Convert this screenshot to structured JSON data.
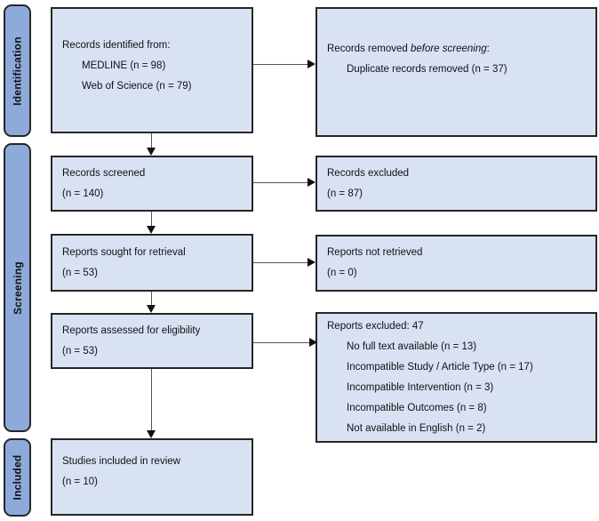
{
  "colors": {
    "box_fill": "#d9e2f3",
    "box_border": "#262626",
    "ribbon_fill": "#8eaadb",
    "ribbon_border": "#262626",
    "line_color": "#555555",
    "arrowhead_color": "#111111",
    "text_color": "#111111",
    "bg": "#ffffff"
  },
  "sidebar": {
    "stages": [
      {
        "label": "Identification"
      },
      {
        "label": "Screening"
      },
      {
        "label": "Included"
      }
    ]
  },
  "flow": {
    "identified": {
      "heading": "Records identified from:",
      "items": [
        "MEDLINE (n = 98)",
        "Web of Science (n = 79)"
      ]
    },
    "removed": {
      "prefix": "Records removed ",
      "emphasis": "before screening",
      "suffix": ":",
      "items": [
        "Duplicate records removed (n = 37)"
      ]
    },
    "screened": {
      "line1": "Records screened",
      "line2": "(n = 140)"
    },
    "records_excluded": {
      "line1": "Records excluded",
      "line2": "(n = 87)"
    },
    "sought": {
      "line1": "Reports sought for retrieval",
      "line2": "(n = 53)"
    },
    "not_retrieved": {
      "line1": "Reports not retrieved",
      "line2": "(n = 0)"
    },
    "assessed": {
      "line1": "Reports assessed for eligibility",
      "line2": "(n = 53)"
    },
    "reports_excluded": {
      "heading": "Reports excluded: 47",
      "items": [
        "No full text available (n = 13)",
        "Incompatible Study / Article Type (n = 17)",
        "Incompatible Intervention (n = 3)",
        "Incompatible Outcomes (n = 8)",
        "Not available in English (n = 2)"
      ]
    },
    "included": {
      "line1": "Studies included in review",
      "line2": "(n = 10)"
    }
  }
}
